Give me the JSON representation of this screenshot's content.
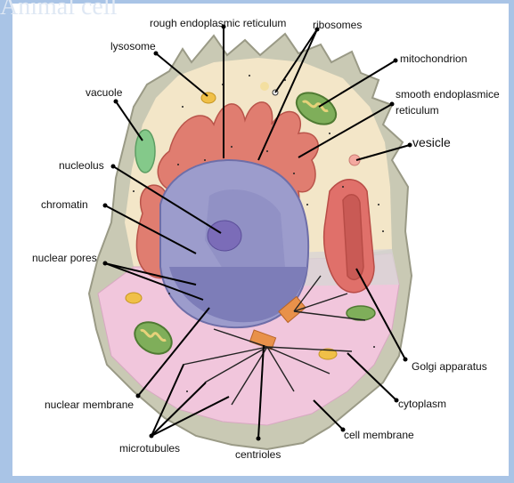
{
  "title": "Animal cell",
  "labels": {
    "rough_er": "rough endoplasmic reticulum",
    "ribosomes": "ribosomes",
    "lysosome": "lysosome",
    "mitochondrion": "mitochondrion",
    "vacuole": "vacuole",
    "smooth_er_1": "smooth endoplasmice",
    "smooth_er_2": "reticulum",
    "vesicle": "vesicle",
    "nucleolus": "nucleolus",
    "chromatin": "chromatin",
    "nuclear_pores": "nuclear pores",
    "golgi": "Golgi apparatus",
    "nuclear_membrane": "nuclear membrane",
    "cytoplasm": "cytoplasm",
    "microtubules": "microtubules",
    "cell_membrane": "cell membrane",
    "centrioles": "centrioles"
  },
  "colors": {
    "frame": "#a9c4e6",
    "cell_membrane": "#c9c9b4",
    "cytoplasm": "#f3e6c8",
    "lower_cytoplasm": "#f1c6dc",
    "nucleus": "#8f8fc3",
    "nucleolus": "#7b6cb8",
    "rough_er": "#e07d70",
    "golgi": "#e0706a",
    "mitochondrion": "#7fae5a",
    "vacuole": "#84c98a",
    "lysosome": "#f0c048"
  }
}
